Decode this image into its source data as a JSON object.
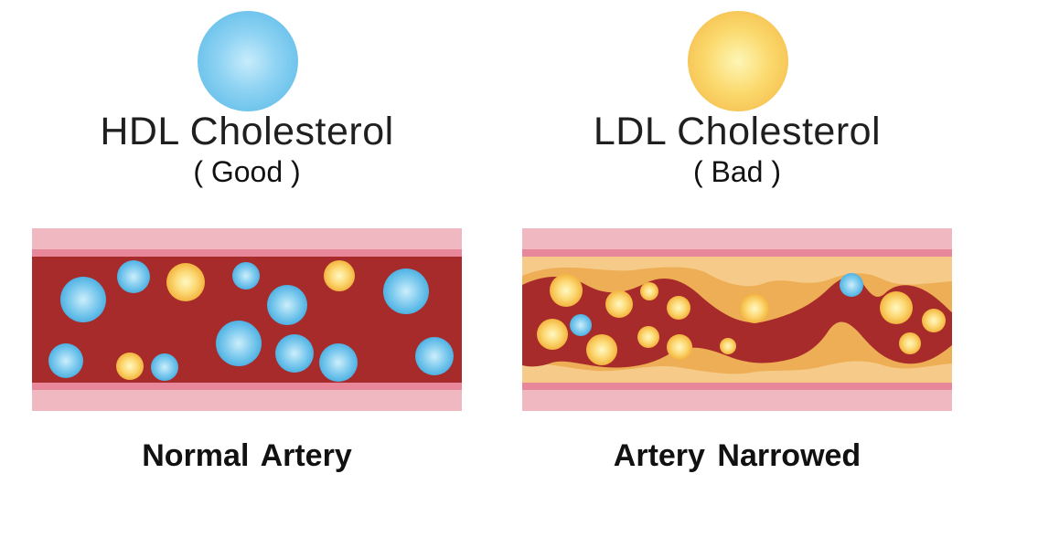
{
  "panels": {
    "hdl": {
      "title": "HDL Cholesterol",
      "subtitle": "( Good )",
      "artery_label": "Normal  Artery",
      "particle_color": "#5bbbe8"
    },
    "ldl": {
      "title": "LDL Cholesterol",
      "subtitle": "( Bad )",
      "artery_label": "Artery  Narrowed",
      "particle_color": "#f7c84f"
    }
  },
  "colors": {
    "vessel_wall_outer": "#f0b8c0",
    "vessel_wall_inner": "#e9879a",
    "blood": "#a72b2a",
    "plaque_light": "#f6cb8a",
    "plaque_dark": "#eeae55",
    "hdl_particle": "#5bbbe8",
    "ldl_particle": "#f7c84f"
  }
}
